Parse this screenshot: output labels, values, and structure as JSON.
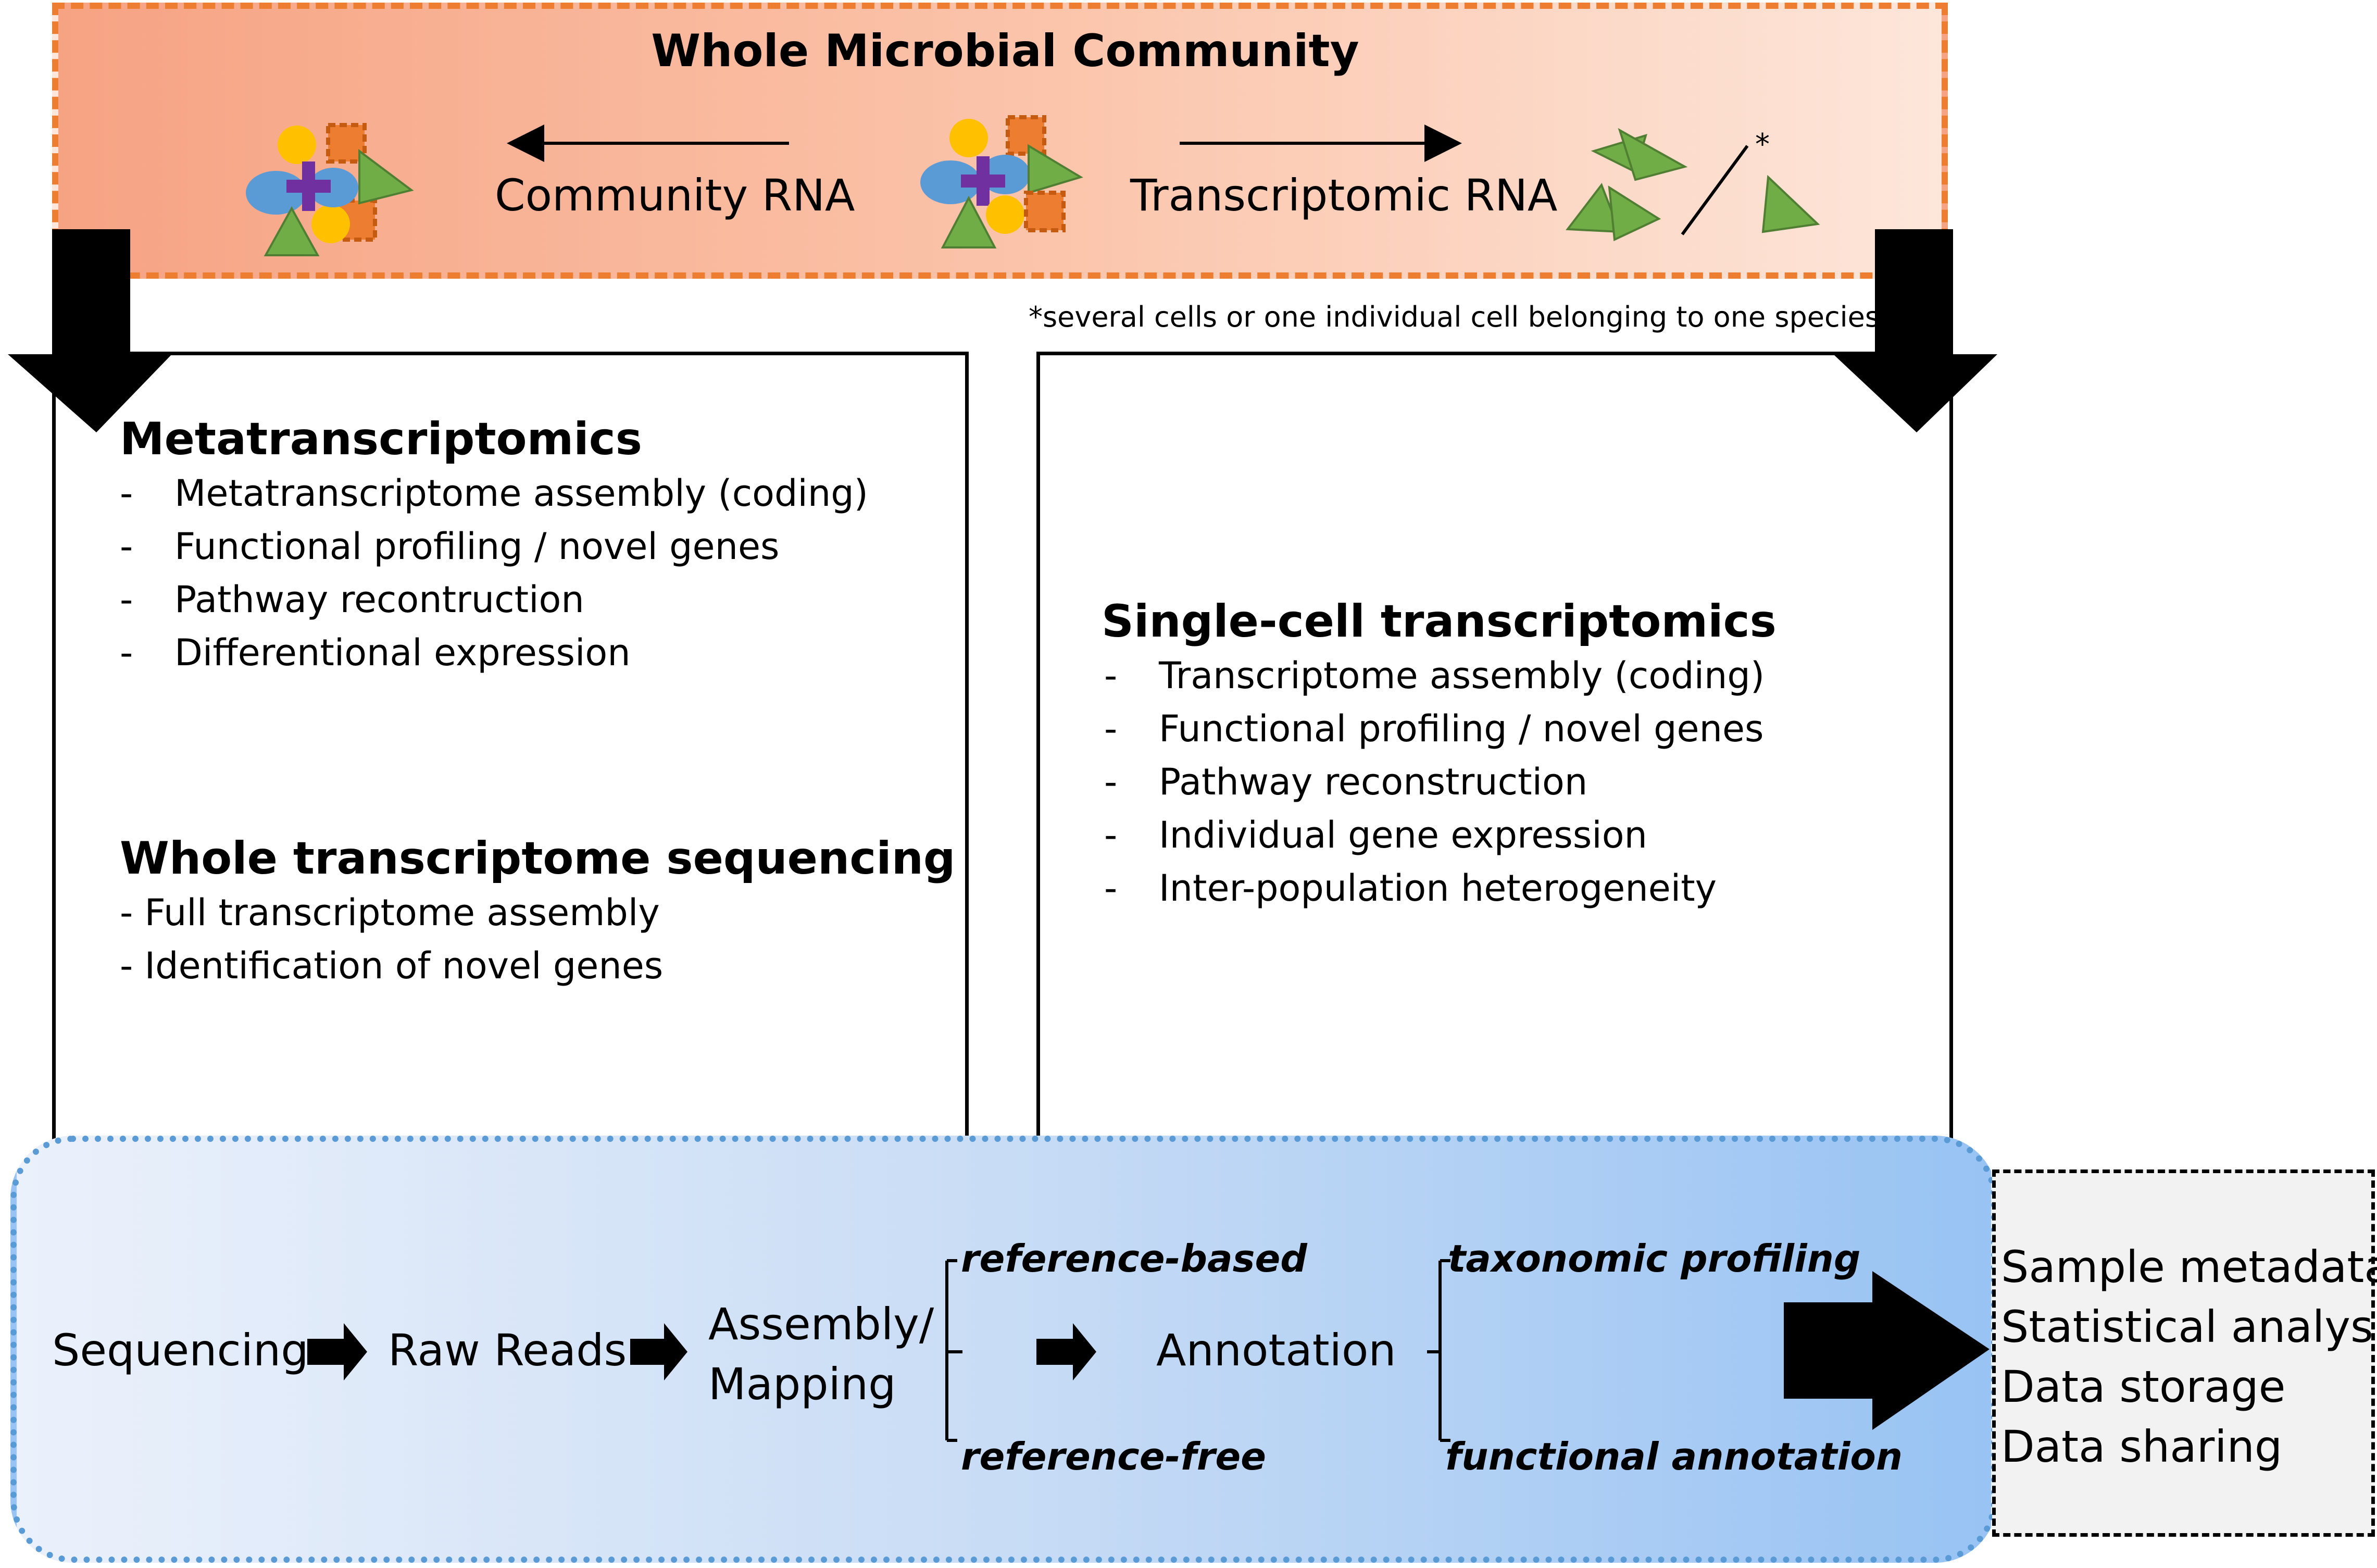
{
  "community": {
    "title": "Whole Microbial Community",
    "community_rna_label": "Community RNA",
    "transcriptomic_rna_label": "Transcriptomic RNA",
    "asterisk": "*",
    "footnote": "*several cells or one individual cell belonging to one species",
    "colors": {
      "band_border": "#ed7d31",
      "yellow_circle": "#ffc000",
      "orange_square": "#ed7d31",
      "green_triangle": "#70ad47",
      "blue_blob": "#5b9bd5",
      "purple_cross": "#7030a0"
    }
  },
  "metatranscriptomics": {
    "title": "Metatranscriptomics",
    "dash": "-",
    "items": [
      "Metatranscriptome assembly (coding)",
      "Functional profiling / novel genes",
      "Pathway recontruction",
      "Differentional expression"
    ]
  },
  "whole_transcriptome": {
    "title": "Whole transcriptome sequencing",
    "items": [
      "- Full transcriptome assembly",
      "- Identification of novel genes"
    ]
  },
  "single_cell": {
    "title": "Single-cell transcriptomics",
    "dash": "-",
    "items": [
      "Transcriptome assembly (coding)",
      "Functional profiling / novel genes",
      "Pathway reconstruction",
      "Individual gene expression",
      "Inter-population heterogeneity"
    ]
  },
  "pipeline": {
    "sequencing": "Sequencing",
    "raw_reads": "Raw Reads",
    "assembly_line1": "Assembly/",
    "assembly_line2": "Mapping",
    "reference_based": "reference-based",
    "reference_free": "reference-free",
    "annotation": "Annotation",
    "taxonomic_profiling": "taxonomic profiling",
    "functional_annotation": "functional annotation",
    "colors": {
      "border": "#5b9bd5"
    }
  },
  "outputs": {
    "items": [
      "Sample metadata",
      "Statistical analysis",
      "Data storage",
      "Data sharing"
    ]
  }
}
